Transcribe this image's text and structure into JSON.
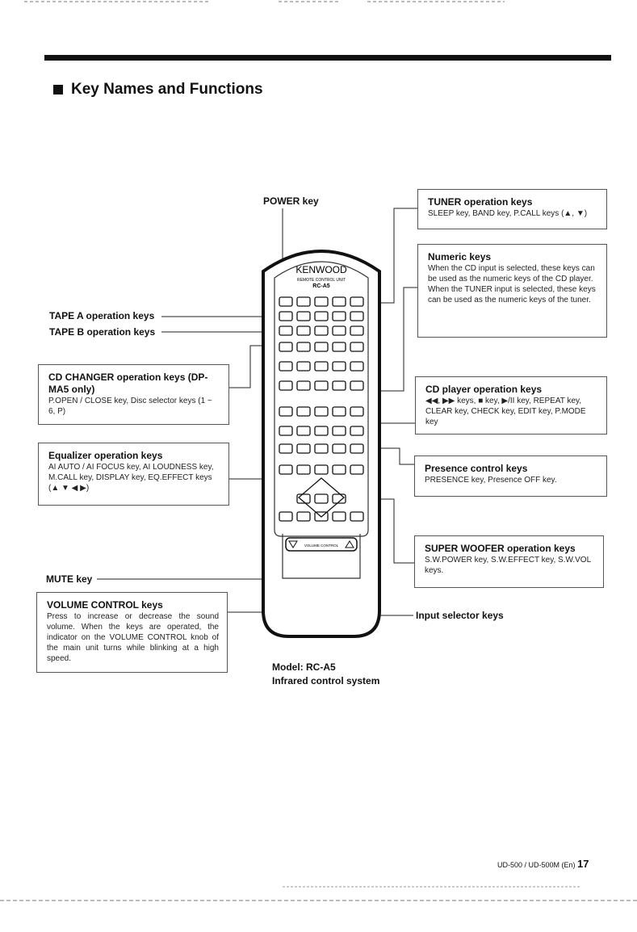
{
  "heading": "Key Names and Functions",
  "labels": {
    "power": "POWER key",
    "tape_a": "TAPE A operation keys",
    "tape_b": "TAPE B operation keys",
    "mute": "MUTE key",
    "input_selector": "Input selector keys"
  },
  "boxes": {
    "tuner": {
      "title": "TUNER operation keys",
      "body": "SLEEP key, BAND key, P.CALL keys (▲, ▼)"
    },
    "numeric": {
      "title": "Numeric keys",
      "body": "When the CD input is selected, these keys can be used as the numeric keys of the CD player. When the TUNER input is selected, these keys can be used as the numeric keys of the tuner."
    },
    "cd_changer": {
      "title": "CD CHANGER operation keys (DP-MA5 only)",
      "body": "P.OPEN / CLOSE key, Disc selector keys (1 ~ 6, P)"
    },
    "cd_player": {
      "title": "CD player operation keys",
      "body": "◀◀, ▶▶ keys, ■ key, ▶/II key, REPEAT key, CLEAR key, CHECK key, EDIT key, P.MODE key"
    },
    "equalizer": {
      "title": "Equalizer operation keys",
      "body": "AI AUTO / AI FOCUS key, AI LOUDNESS key, M.CALL key, DISPLAY key, EQ.EFFECT keys (▲ ▼ ◀ ▶)"
    },
    "presence": {
      "title": "Presence control keys",
      "body": "PRESENCE key, Presence OFF key."
    },
    "super_woofer": {
      "title": "SUPER WOOFER operation keys",
      "body": "S.W.POWER key, S.W.EFFECT key, S.W.VOL keys."
    },
    "volume": {
      "title": "VOLUME CONTROL keys",
      "body": "Press to increase or decrease the sound volume. When the keys are operated, the indicator on the VOLUME CONTROL knob of the main unit turns while blinking at a high speed."
    }
  },
  "remote": {
    "brand": "KENWOOD",
    "subtitle": "REMOTE CONTROL UNIT",
    "model_label": "RC-A5",
    "volume_label": "VOLUME CONTROL"
  },
  "caption": {
    "model": "Model: RC-A5",
    "system": "Infrared control system"
  },
  "footer": {
    "text": "UD-500 / UD-500M (En)",
    "page": "17"
  }
}
